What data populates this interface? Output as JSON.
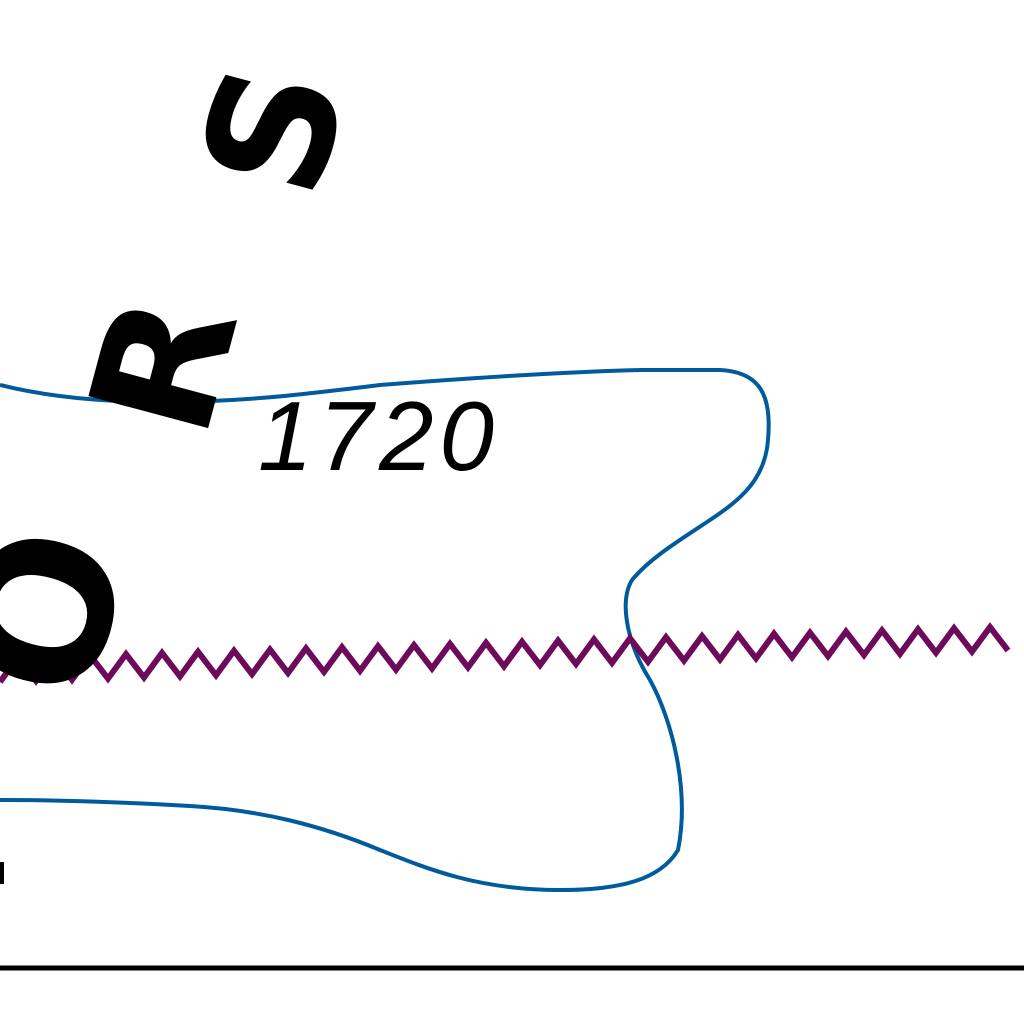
{
  "map": {
    "place_name_letters": [
      "S",
      "R",
      "O"
    ],
    "contour_label": "1720",
    "colors": {
      "contour": "#005a9c",
      "trail": "#6e0a5a",
      "text": "#000000",
      "border": "#000000",
      "background": "#ffffff"
    }
  }
}
